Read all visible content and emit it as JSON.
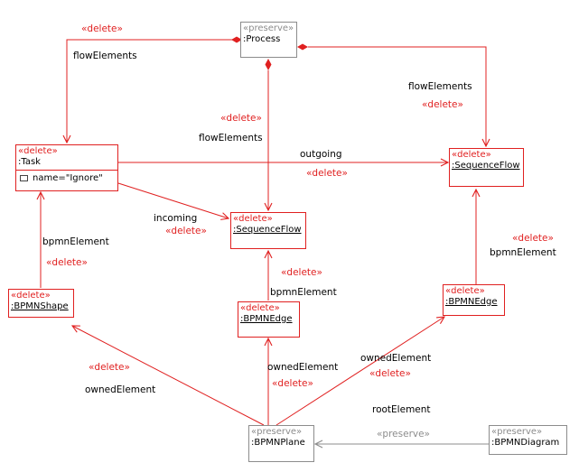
{
  "nodes": {
    "process": {
      "stereotype": "«preserve»",
      "name": ":Process"
    },
    "task": {
      "stereotype": "«delete»",
      "name": ":Task",
      "attribute": "name=\"Ignore\""
    },
    "seqflow_right": {
      "stereotype": "«delete»",
      "name": ":SequenceFlow"
    },
    "seqflow_mid": {
      "stereotype": "«delete»",
      "name": ":SequenceFlow"
    },
    "bpmnshape": {
      "stereotype": "«delete»",
      "name": ":BPMNShape"
    },
    "bpmnedge_mid": {
      "stereotype": "«delete»",
      "name": ":BPMNEdge"
    },
    "bpmnedge_right": {
      "stereotype": "«delete»",
      "name": ":BPMNEdge"
    },
    "bpmnplane": {
      "stereotype": "«preserve»",
      "name": ":BPMNPlane"
    },
    "bpmndiagram": {
      "stereotype": "«preserve»",
      "name": ":BPMNDiagram"
    }
  },
  "edges": {
    "flow_task": {
      "role": "flowElements",
      "stereotype": "«delete»"
    },
    "flow_mid": {
      "role": "flowElements",
      "stereotype": "«delete»"
    },
    "flow_right": {
      "role": "flowElements",
      "stereotype": "«delete»"
    },
    "outgoing": {
      "role": "outgoing",
      "stereotype": "«delete»"
    },
    "incoming": {
      "role": "incoming",
      "stereotype": "«delete»"
    },
    "bpmn_el_shape": {
      "role": "bpmnElement",
      "stereotype": "«delete»"
    },
    "bpmn_el_mid": {
      "role": "bpmnElement",
      "stereotype": "«delete»"
    },
    "bpmn_el_right": {
      "role": "bpmnElement",
      "stereotype": "«delete»"
    },
    "owned_shape": {
      "role": "ownedElement",
      "stereotype": "«delete»"
    },
    "owned_mid": {
      "role": "ownedElement",
      "stereotype": "«delete»"
    },
    "owned_right": {
      "role": "ownedElement",
      "stereotype": "«delete»"
    },
    "root": {
      "role": "rootElement",
      "stereotype": "«preserve»"
    }
  },
  "colors": {
    "delete": "#e02020",
    "preserve": "#8c8c8c"
  }
}
